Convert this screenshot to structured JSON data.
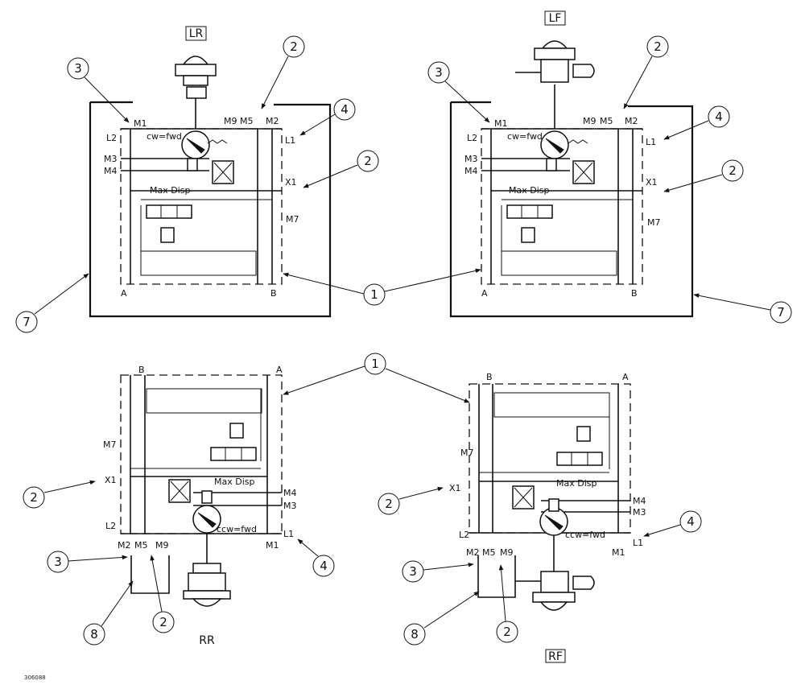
{
  "doc_id": "306088",
  "units": [
    {
      "id": "lr",
      "wheel_label": "LR",
      "rotation": "cw=fwd",
      "displacement": "Max Disp",
      "ports": {
        "m1": "M1",
        "m2": "M2",
        "m3": "M3",
        "m4": "M4",
        "m5": "M5",
        "m7": "M7",
        "m9": "M9",
        "l1": "L1",
        "l2": "L2",
        "x1": "X1",
        "a": "A",
        "b": "B"
      },
      "callouts": {
        "top_left": "3",
        "top": "2",
        "right_upper": "4",
        "right_mid": "2",
        "left_bottom": "7"
      }
    },
    {
      "id": "lf",
      "wheel_label": "LF",
      "rotation": "cw=fwd",
      "displacement": "Max Disp",
      "ports": {
        "m1": "M1",
        "m2": "M2",
        "m3": "M3",
        "m4": "M4",
        "m5": "M5",
        "m7": "M7",
        "m9": "M9",
        "l1": "L1",
        "l2": "L2",
        "x1": "X1",
        "a": "A",
        "b": "B"
      },
      "callouts": {
        "top_left": "3",
        "top": "2",
        "right_upper": "4",
        "right_mid": "2",
        "right_bottom": "7"
      }
    },
    {
      "id": "rr",
      "wheel_label": "RR",
      "rotation": "ccw=fwd",
      "displacement": "Max Disp",
      "ports": {
        "m1": "M1",
        "m2": "M2",
        "m3": "M3",
        "m4": "M4",
        "m5": "M5",
        "m7": "M7",
        "m9": "M9",
        "l1": "L1",
        "l2": "L2",
        "x1": "X1",
        "a": "A",
        "b": "B"
      },
      "callouts": {
        "left_mid": "2",
        "left_bottom": "3",
        "right_bottom": "4",
        "bottom_left": "8",
        "bottom_mid": "2"
      }
    },
    {
      "id": "rf",
      "wheel_label": "RF",
      "rotation": "ccw=fwd",
      "displacement": "Max Disp",
      "ports": {
        "m1": "M1",
        "m2": "M2",
        "m3": "M3",
        "m4": "M4",
        "m5": "M5",
        "m7": "M7",
        "m9": "M9",
        "l1": "L1",
        "l2": "L2",
        "x1": "X1",
        "a": "A",
        "b": "B"
      },
      "callouts": {
        "left_mid": "2",
        "right_bottom": "4",
        "bottom_left_upper": "3",
        "bottom_left": "8",
        "bottom_mid": "2"
      }
    }
  ],
  "shared_callouts": {
    "housing_top": "1",
    "housing_bottom": "1"
  }
}
